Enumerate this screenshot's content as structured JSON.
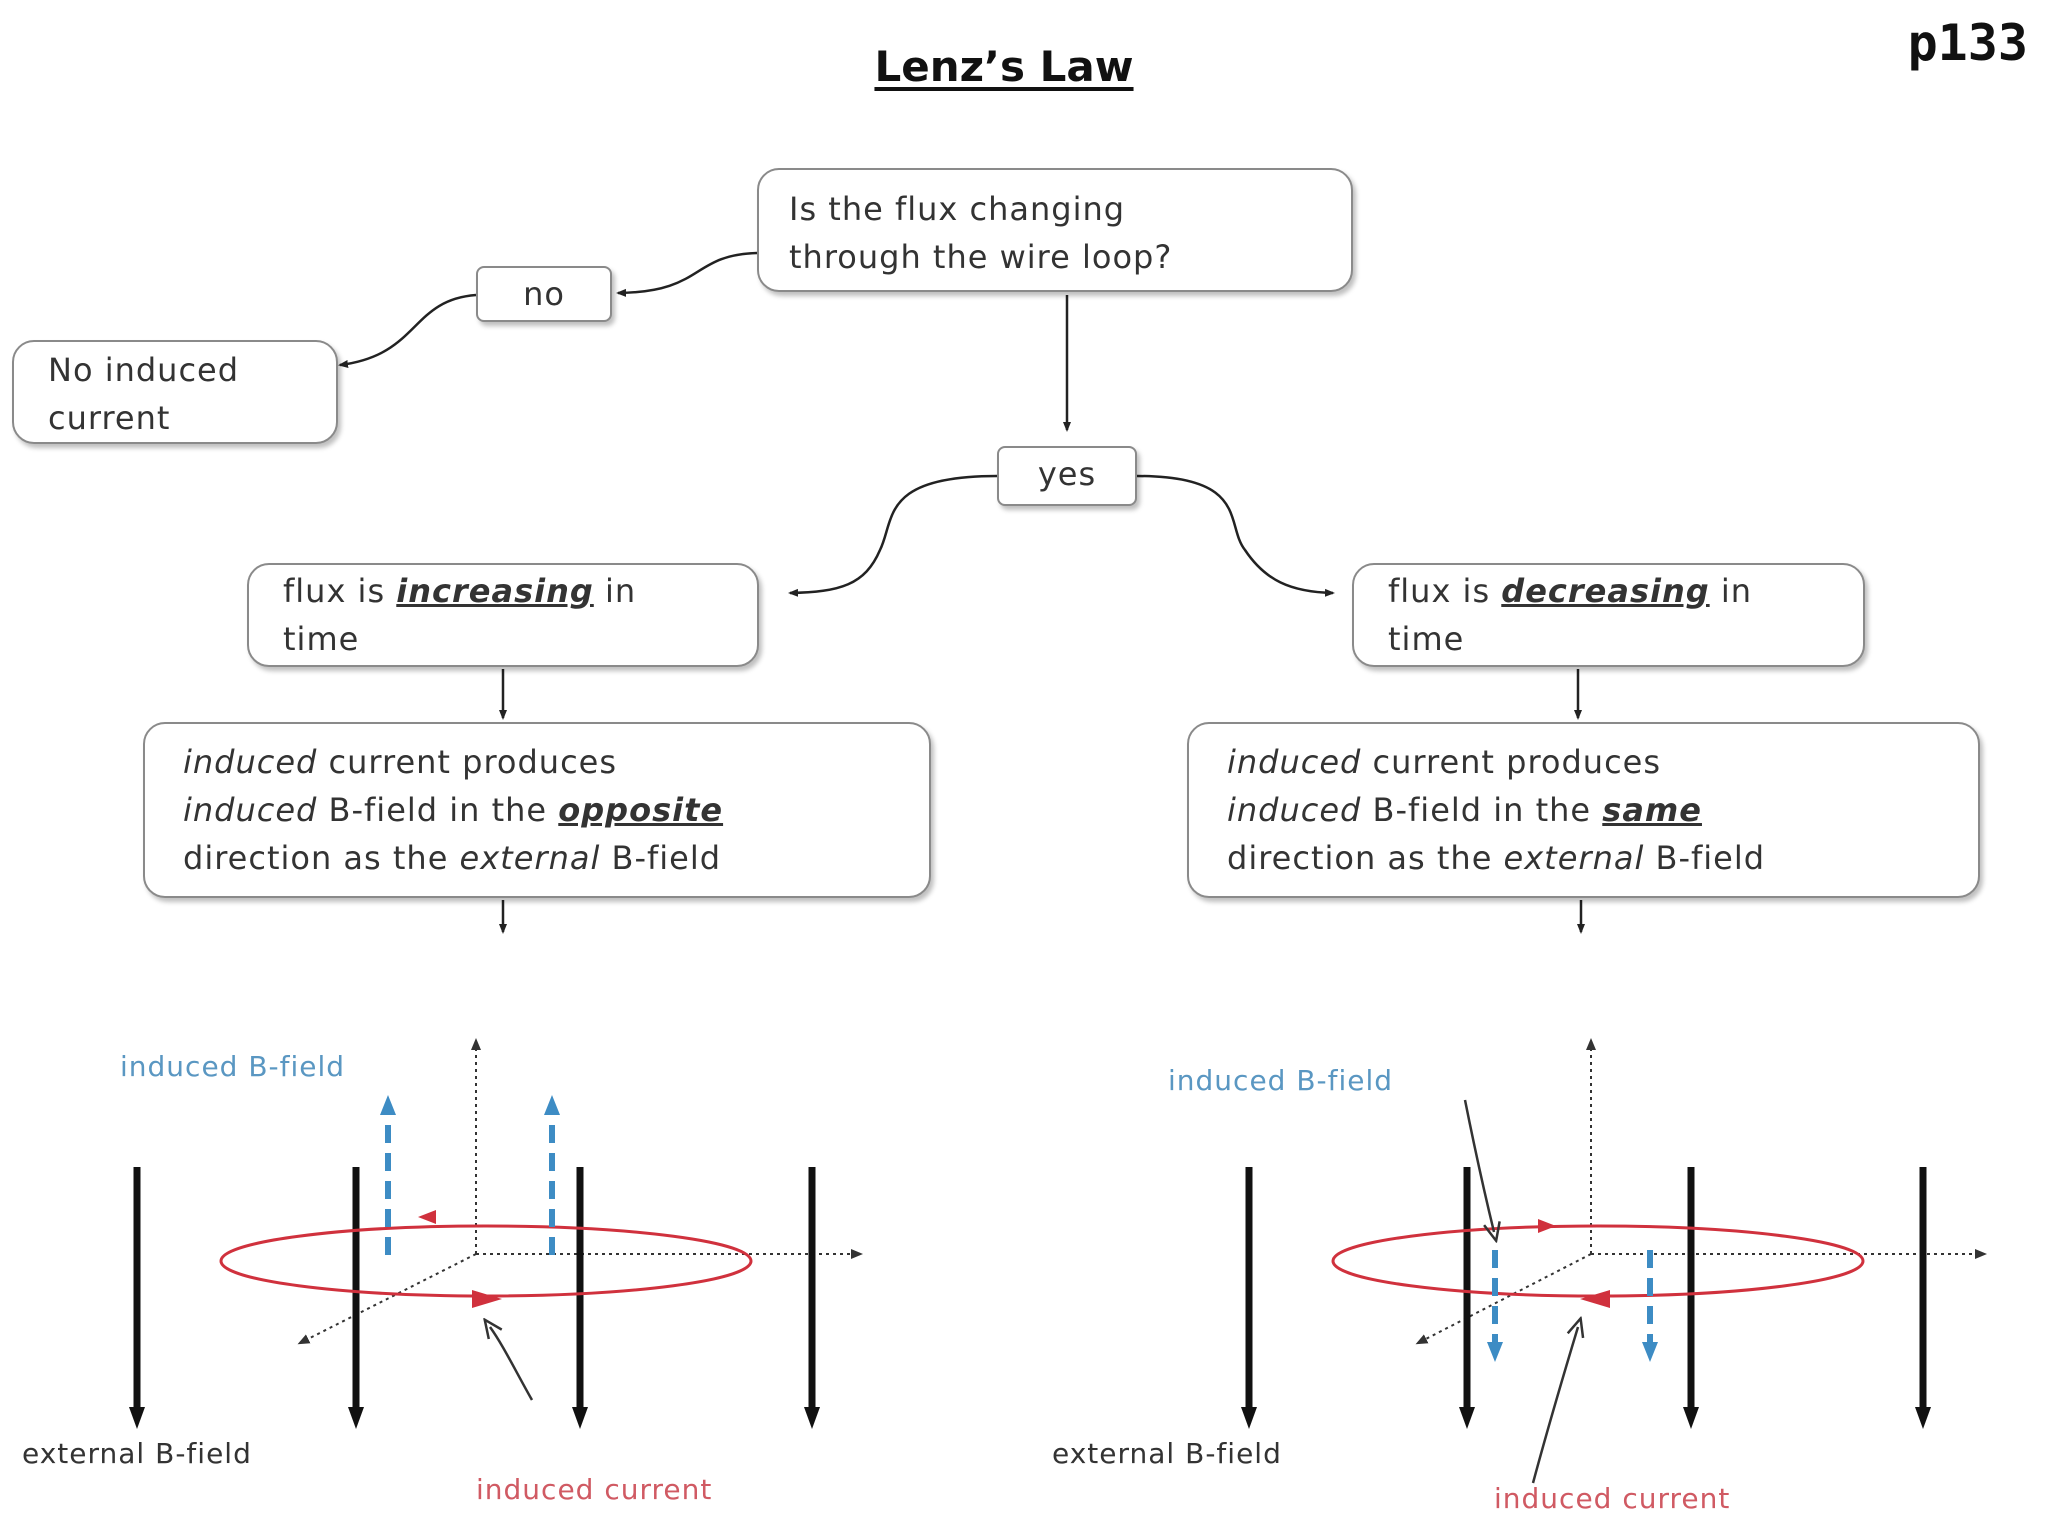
{
  "page_number": "p133",
  "title": "Lenz’s Law",
  "question": {
    "line1": "Is the flux changing",
    "line2": "through the wire loop?"
  },
  "no_label": "no",
  "yes_label": "yes",
  "no_result": {
    "line1": "No induced",
    "line2": "current"
  },
  "left_branch": {
    "flux": {
      "prefix": "flux is ",
      "emph": "increasing",
      "suffix": " in",
      "line2": "time"
    },
    "rule": {
      "l1_it": "induced",
      "l1_rest": " current produces",
      "l2_it": "induced",
      "l2_mid": " B-field in the ",
      "l2_emph": "opposite",
      "l3_a": "direction as the ",
      "l3_it": "external",
      "l3_b": " B-field"
    }
  },
  "right_branch": {
    "flux": {
      "prefix": "flux is ",
      "emph": "decreasing",
      "suffix": " in",
      "line2": "time"
    },
    "rule": {
      "l1_it": "induced",
      "l1_rest": " current produces",
      "l2_it": "induced",
      "l2_mid": " B-field in the ",
      "l2_emph": "same",
      "l3_a": "direction as the ",
      "l3_it": "external",
      "l3_b": " B-field"
    }
  },
  "left_diagram": {
    "induced_field_label": "induced B-field",
    "external_field_label": "external B-field",
    "induced_current_label": "induced current"
  },
  "right_diagram": {
    "induced_field_label": "induced B-field",
    "external_field_label": "external B-field",
    "induced_current_label": "induced current"
  },
  "colors": {
    "box_border": "#8a8a8a",
    "loop": "#d0313d",
    "induced_field": "#3d8cc4",
    "text_blue": "#5a97c2",
    "text_red": "#d05a63"
  }
}
